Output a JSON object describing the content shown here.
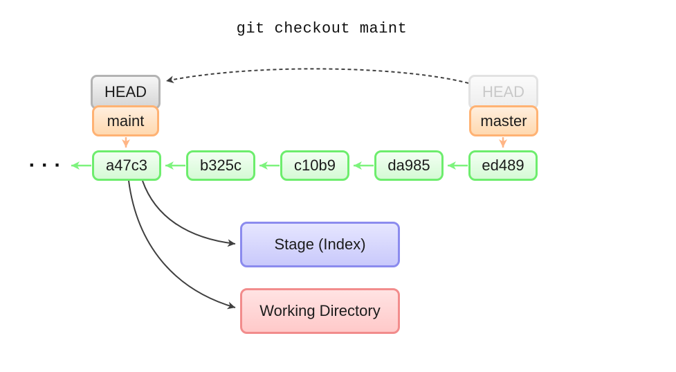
{
  "title": "git checkout maint",
  "diagram": {
    "head_current": "HEAD",
    "branch_current": "maint",
    "head_previous": "HEAD",
    "branch_previous": "master",
    "commits": [
      "a47c3",
      "b325c",
      "c10b9",
      "da985",
      "ed489"
    ],
    "ellipsis": "· · ·",
    "stage_label": "Stage (Index)",
    "working_dir_label": "Working Directory"
  },
  "colors": {
    "text_color": "#1b1b1b",
    "green_border": "#6ded6d",
    "green_arrow": "#7df37d",
    "green_fill_top": "#f3fff3",
    "green_fill_bottom": "#d5fad5",
    "orange_border": "#ffb273",
    "orange_arrow": "#ffb585",
    "orange_fill_top": "#ffeedd",
    "orange_fill_bottom": "#ffd9b0",
    "gray_border": "#b3b3b3",
    "gray_fill_top": "#f6f6f6",
    "gray_fill_bottom": "#d5d5d5",
    "faded_border": "#e2e2e2",
    "faded_fill_top": "#fbfbfb",
    "faded_fill_bottom": "#ededed",
    "faded_text": "#c9c9c9",
    "stage_border": "#8b8bee",
    "stage_fill_top": "#e6e6ff",
    "stage_fill_bottom": "#c9c9fb",
    "wd_border": "#f28c8c",
    "wd_fill_top": "#ffe3e3",
    "wd_fill_bottom": "#ffc9c9",
    "dark_arrow": "#3f3f3f"
  }
}
